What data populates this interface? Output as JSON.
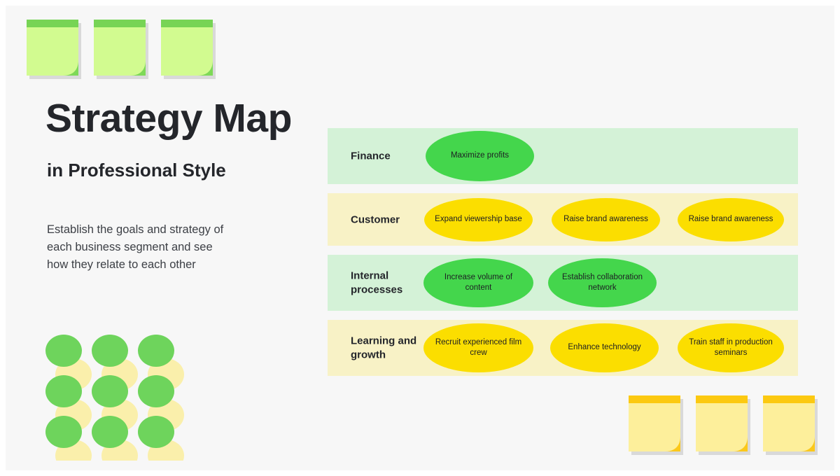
{
  "header": {
    "title": "Strategy Map",
    "subtitle": "in Professional Style",
    "description": "Establish the goals and strategy of each business segment and see how they relate to each other"
  },
  "colors": {
    "canvas_background": "#f7f7f7",
    "band_green": "#d4f2d7",
    "band_yellow": "#f8f2c6",
    "ellipse_green": "#44d64c",
    "ellipse_yellow": "#fbde00",
    "note_green_body": "#d2fb90",
    "note_green_bar": "#77d455",
    "note_yellow_body": "#fdef9b",
    "note_yellow_bar": "#fcc911",
    "dot_green": "#6ed45c",
    "dot_yellow": "#faefab",
    "text_dark": "#24262b"
  },
  "strategy_map": {
    "rows": [
      {
        "label": "Finance",
        "band_color": "green",
        "items": [
          {
            "text": "Maximize profits",
            "shape": "ellipse",
            "color": "green"
          }
        ]
      },
      {
        "label": "Customer",
        "band_color": "yellow",
        "items": [
          {
            "text": "Expand viewership base",
            "shape": "ellipse",
            "color": "yellow"
          },
          {
            "text": "Raise brand awareness",
            "shape": "ellipse",
            "color": "yellow"
          },
          {
            "text": "Raise brand awareness",
            "shape": "ellipse",
            "color": "yellow"
          }
        ]
      },
      {
        "label": "Internal processes",
        "band_color": "green",
        "items": [
          {
            "text": "Increase volume of content",
            "shape": "ellipse",
            "color": "green"
          },
          {
            "text": "Establish collaboration network",
            "shape": "ellipse",
            "color": "green"
          }
        ]
      },
      {
        "label": "Learning and growth",
        "band_color": "yellow",
        "items": [
          {
            "text": "Recruit experienced film crew",
            "shape": "ellipse",
            "color": "yellow"
          },
          {
            "text": "Enhance technology",
            "shape": "ellipse",
            "color": "yellow"
          },
          {
            "text": "Train staff in production seminars",
            "shape": "ellipse",
            "color": "yellow"
          }
        ]
      }
    ]
  },
  "decorations": {
    "top_left_notes": {
      "count": 3,
      "color": "green",
      "icon": "sticky-note-icon"
    },
    "bottom_right_notes": {
      "count": 3,
      "color": "yellow",
      "icon": "sticky-note-icon"
    },
    "dot_pattern": {
      "rows": 3,
      "columns": 3,
      "icon": "dot-grid-icon"
    }
  }
}
